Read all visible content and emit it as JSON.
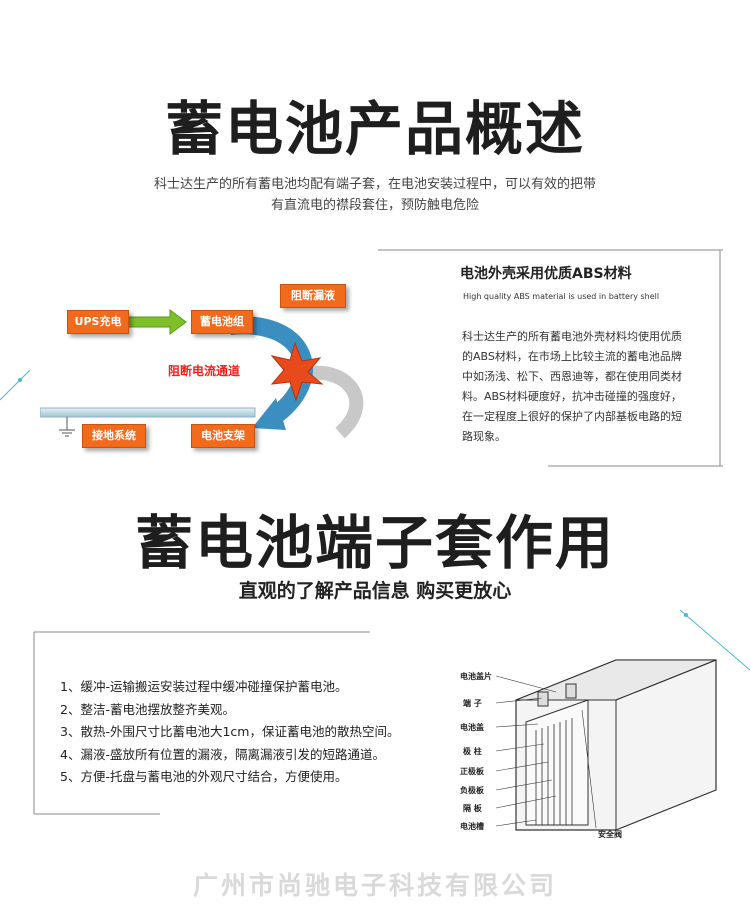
{
  "section1": {
    "title": "蓄电池产品概述",
    "intro_line1": "科士达生产的所有蓄电池均配有端子套，在电池安装过程中，可以有效的把带",
    "intro_line2": "有直流电的襟段套住，预防触电危险"
  },
  "diagram": {
    "ups_label": "UPS充电",
    "battery_group_label": "蓄电池组",
    "block_leak_label": "阻断漏液",
    "block_current_label": "阻断电流通道",
    "ground_label": "接地系统",
    "rack_label": "电池支架"
  },
  "abs_panel": {
    "heading": "电池外壳采用优质ABS材料",
    "subheading": "High quality ABS material is used in battery shell",
    "lines": [
      "科士达生产的所有蓄电池外壳材料均使用优质",
      "的ABS材料，在市场上比较主流的蓄电池品牌",
      "中如汤浅、松下、西恩迪等，都在使用同类材",
      "料。ABS材料硬度好，抗冲击碰撞的强度好，",
      "在一定程度上很好的保护了内部基板电路的短",
      "路现象。"
    ]
  },
  "section2": {
    "title": "蓄电池端子套作用",
    "subtitle": "直观的了解产品信息 购买更放心",
    "items": [
      "1、缓冲-运输搬运安装过程中缓冲碰撞保护蓄电池。",
      "2、整洁-蓄电池摆放整齐美观。",
      "3、散热-外围尺寸比蓄电池大1cm，保证蓄电池的散热空间。",
      "4、漏液-盛放所有位置的漏液，隔离漏液引发的短路通道。",
      "5、方便-托盘与蓄电池的外观尺寸结合，方便使用。"
    ]
  },
  "battery_labels": {
    "cover_plate": "电池盖片",
    "terminal": "端 子",
    "cover": "电池盖",
    "pole": "极 柱",
    "positive_plate": "正极板",
    "negative_plate": "负极板",
    "separator": "隔 板",
    "container": "电池槽",
    "safety_valve": "安全阀"
  },
  "footer": {
    "company": "广州市尚驰电子科技有限公司"
  },
  "colors": {
    "orange": "#f26b1d",
    "arrow_green": "#7fbf2a",
    "arrow_blue": "#3a8fc0",
    "accent_cyan": "#4ab8d6"
  }
}
